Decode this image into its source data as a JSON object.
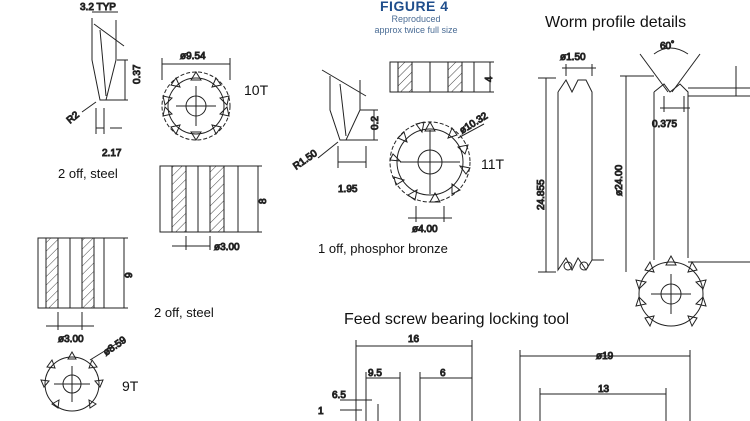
{
  "figure": {
    "title": "FIGURE 4",
    "subtitle_line1": "Reproduced",
    "subtitle_line2": "approx twice full size"
  },
  "headings": {
    "worm": "Worm profile details",
    "feed_screw_tool": "Feed screw bearing locking tool"
  },
  "notes": {
    "steel_1": "2 off, steel",
    "steel_2": "2 off, steel",
    "bronze": "1 off, phosphor bronze"
  },
  "gear_labels": {
    "ten": "10T",
    "eleven": "11T",
    "nine": "9T"
  },
  "dims": {
    "typ": "3.2  TYP",
    "d037": "0.37",
    "r2": "R2",
    "d217": "2.17",
    "dia954": "ø9.54",
    "d8": "8",
    "dia300a": "ø3.00",
    "d9": "9",
    "dia300b": "ø3.00",
    "dia859": "ø8.59",
    "r150": "R1.50",
    "d02": "0.2",
    "d195": "1.95",
    "d4": "4",
    "dia1032": "ø10.32",
    "dia400": "ø4.00",
    "dia150": "ø1.50",
    "ang60": "60˚",
    "d0375": "0.375",
    "d24855": "24.855",
    "dia2400": "ø24.00",
    "d16": "16",
    "d95": "9.5",
    "d6": "6",
    "d65": "6.5",
    "d1": "1",
    "dia19": "ø19",
    "d13": "13"
  }
}
